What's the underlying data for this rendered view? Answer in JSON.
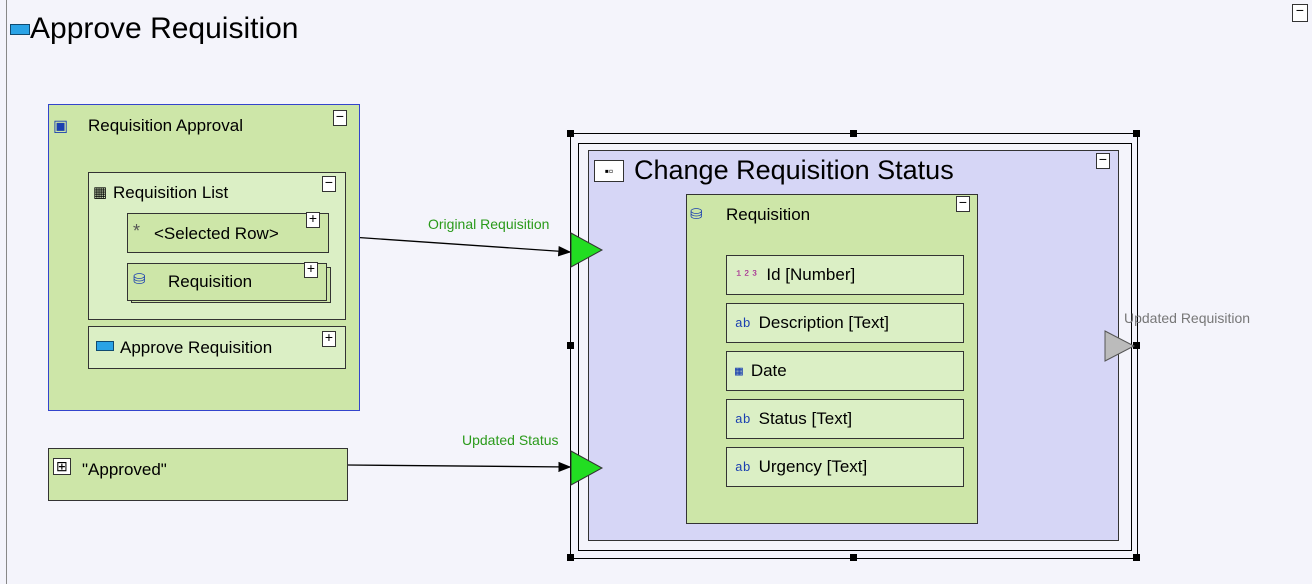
{
  "diagram": {
    "title": "Approve Requisition",
    "collapse_glyph": "−",
    "expand_glyph": "+"
  },
  "approval_form": {
    "label": "Requisition Approval",
    "list": {
      "label": "Requisition List",
      "selected_row": "<Selected Row>",
      "requisition": "Requisition"
    },
    "approve_button": "Approve Requisition"
  },
  "constant": {
    "label": "\"Approved\""
  },
  "action": {
    "label": "Change Requisition Status",
    "requisition": {
      "label": "Requisition",
      "fields": [
        {
          "icon": "number-icon",
          "glyph": "¹²³",
          "label": "Id [Number]"
        },
        {
          "icon": "text-icon",
          "glyph": "ab",
          "label": "Description [Text]"
        },
        {
          "icon": "date-icon",
          "glyph": "▦",
          "label": "Date"
        },
        {
          "icon": "text-icon",
          "glyph": "ab",
          "label": "Status [Text]"
        },
        {
          "icon": "text-icon",
          "glyph": "ab",
          "label": "Urgency [Text]"
        }
      ]
    }
  },
  "flows": {
    "original_requisition": "Original Requisition",
    "updated_status": "Updated Status",
    "updated_requisition": "Updated Requisition"
  },
  "colors": {
    "green_port": "#22dd22",
    "grey_port": "#bbbbbb",
    "action_fill": "#d6d6f6",
    "node_fill": "#cde6a8"
  }
}
